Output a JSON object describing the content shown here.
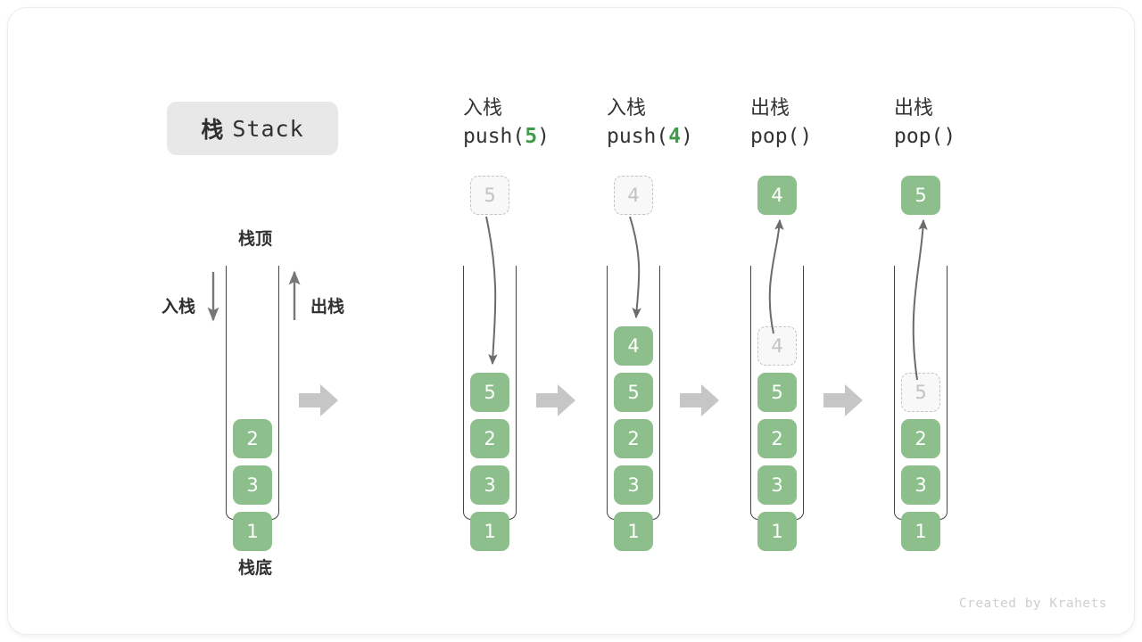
{
  "title": {
    "cn": "栈",
    "en": "Stack"
  },
  "labels": {
    "top": "栈顶",
    "bottom": "栈底",
    "push": "入栈",
    "pop": "出栈"
  },
  "footer": "Created by Krahets",
  "colors": {
    "cell_fill": "#8cbf8b",
    "cell_text": "#ffffff",
    "ghost_fill": "#f8f8f8",
    "ghost_border": "#c4c4c4",
    "ghost_text": "#c2c2c2",
    "accent_green": "#3e9b47",
    "arrow_gray": "#c2c2c2",
    "line_gray": "#6b6b6b",
    "badge_bg": "#e8e8e8",
    "text_dark": "#2f2f2f"
  },
  "columns": [
    {
      "id": "initial",
      "header_cn": "",
      "header_code_prefix": "",
      "header_code_arg": "",
      "header_code_suffix": "",
      "cells": [
        "2",
        "3",
        "1"
      ],
      "float_cell": null,
      "ghost_index": -1
    },
    {
      "id": "push-5",
      "header_cn": "入栈",
      "header_code_prefix": "push(",
      "header_code_arg": "5",
      "header_code_suffix": ")",
      "cells": [
        "5",
        "2",
        "3",
        "1"
      ],
      "float_cell": {
        "value": "5",
        "style": "ghost"
      },
      "ghost_index": -1
    },
    {
      "id": "push-4",
      "header_cn": "入栈",
      "header_code_prefix": "push(",
      "header_code_arg": "4",
      "header_code_suffix": ")",
      "cells": [
        "4",
        "5",
        "2",
        "3",
        "1"
      ],
      "float_cell": {
        "value": "4",
        "style": "ghost"
      },
      "ghost_index": -1
    },
    {
      "id": "pop-4",
      "header_cn": "出栈",
      "header_code_prefix": "pop(",
      "header_code_arg": "",
      "header_code_suffix": ")",
      "cells": [
        "4",
        "5",
        "2",
        "3",
        "1"
      ],
      "float_cell": {
        "value": "4",
        "style": "solid"
      },
      "ghost_index": 0
    },
    {
      "id": "pop-5",
      "header_cn": "出栈",
      "header_code_prefix": "pop(",
      "header_code_arg": "",
      "header_code_suffix": ")",
      "cells": [
        "5",
        "2",
        "3",
        "1"
      ],
      "float_cell": {
        "value": "5",
        "style": "solid"
      },
      "ghost_index": 0
    }
  ]
}
